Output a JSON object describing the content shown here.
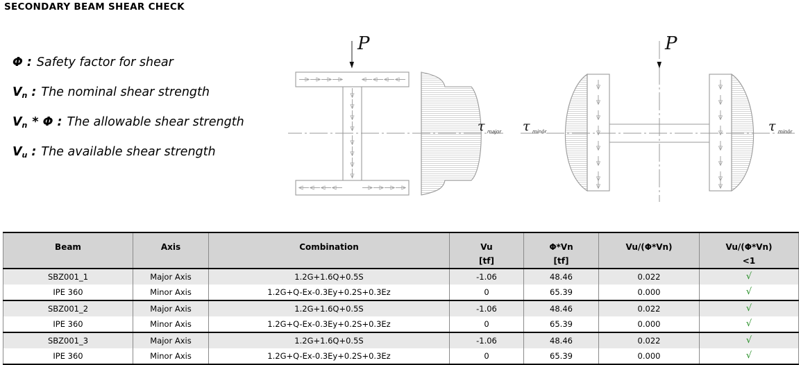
{
  "title": "SECONDARY BEAM SHEAR CHECK",
  "legend": [
    {
      "symbol": "Φ",
      "sub": "",
      "suffix": "",
      "colon": ":",
      "desc": "Safety factor for shear"
    },
    {
      "symbol": "V",
      "sub": "n",
      "suffix": "",
      "colon": ":",
      "desc": "The nominal shear strength"
    },
    {
      "symbol": "V",
      "sub": "n",
      "suffix": "* Φ",
      "colon": ":",
      "desc": "The allowable shear strength"
    },
    {
      "symbol": "V",
      "sub": "u",
      "suffix": "",
      "colon": ":",
      "desc": "The available shear strength"
    }
  ],
  "figures": {
    "major": {
      "load_label": "P",
      "stress_label": "τ",
      "stress_sub": "major"
    },
    "minor": {
      "load_label": "P",
      "stress_label_left": "τ",
      "stress_sub_left": "minör",
      "stress_label_right": "τ",
      "stress_sub_right": "minör"
    }
  },
  "table": {
    "headers": [
      {
        "line1": "Beam",
        "line2": ""
      },
      {
        "line1": "Axis",
        "line2": ""
      },
      {
        "line1": "Combination",
        "line2": ""
      },
      {
        "line1": "Vu",
        "line2": "[tf]"
      },
      {
        "line1": "Φ*Vn",
        "line2": "[tf]"
      },
      {
        "line1": "Vu/(Φ*Vn)",
        "line2": ""
      },
      {
        "line1": "Vu/(Φ*Vn)",
        "line2": "<1"
      }
    ],
    "rows": [
      {
        "beam": "SBZ001_1",
        "axis": "Major Axis",
        "combination": "1.2G+1.6Q+0.5S",
        "vu": "-1.06",
        "phivn": "48.46",
        "ratio": "0.022",
        "check": "√"
      },
      {
        "beam": "IPE 360",
        "axis": "Minor Axis",
        "combination": "1.2G+Q-Ex-0.3Ey+0.2S+0.3Ez",
        "vu": "0",
        "phivn": "65.39",
        "ratio": "0.000",
        "check": "√"
      },
      {
        "beam": "SBZ001_2",
        "axis": "Major Axis",
        "combination": "1.2G+1.6Q+0.5S",
        "vu": "-1.06",
        "phivn": "48.46",
        "ratio": "0.022",
        "check": "√"
      },
      {
        "beam": "IPE 360",
        "axis": "Minor Axis",
        "combination": "1.2G+Q-Ex-0.3Ey+0.2S+0.3Ez",
        "vu": "0",
        "phivn": "65.39",
        "ratio": "0.000",
        "check": "√"
      },
      {
        "beam": "SBZ001_3",
        "axis": "Major Axis",
        "combination": "1.2G+1.6Q+0.5S",
        "vu": "-1.06",
        "phivn": "48.46",
        "ratio": "0.022",
        "check": "√"
      },
      {
        "beam": "IPE 360",
        "axis": "Minor Axis",
        "combination": "1.2G+Q-Ex-0.3Ey+0.2S+0.3Ez",
        "vu": "0",
        "phivn": "65.39",
        "ratio": "0.000",
        "check": "√"
      }
    ]
  },
  "colors": {
    "header_bg": "#d4d4d4",
    "row_alt_bg": "#e8e8e8",
    "check_green": "#1f8b1f",
    "drawing_line": "#9a9a9a"
  }
}
